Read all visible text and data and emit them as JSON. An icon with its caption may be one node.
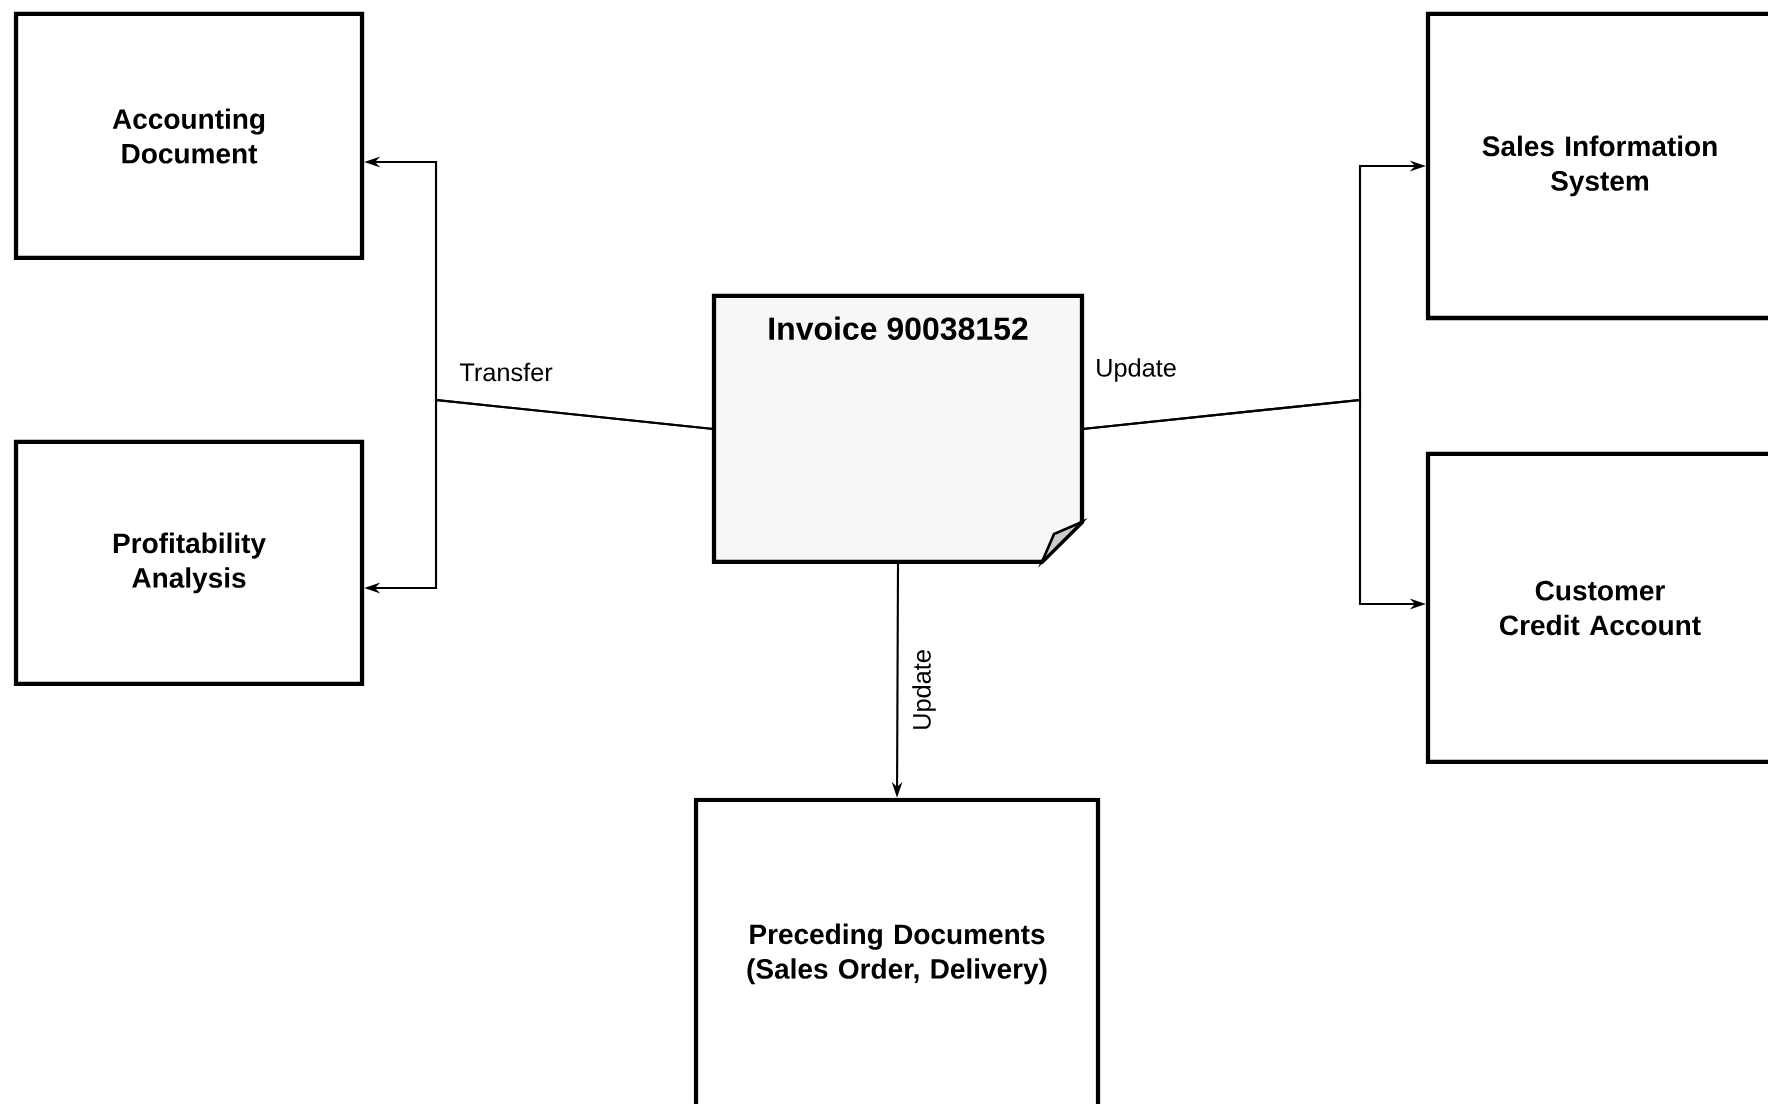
{
  "diagram": {
    "nodes": [
      {
        "text": [
          "Invoice 90038152"
        ]
      },
      {
        "text": [
          "Accounting Document"
        ]
      },
      {
        "text": [
          "Profitability Analysis"
        ]
      },
      {
        "text": [
          "Sales Information System"
        ]
      },
      {
        "text": [
          "Customer Credit Account"
        ]
      },
      {
        "text": [
          "Preceding Documents (Sales Order, Delivery)"
        ]
      }
    ],
    "edges": [
      {
        "from": 0,
        "to": 1,
        "arrow": "to",
        "label": "Transfer"
      },
      {
        "from": 0,
        "to": 2,
        "arrow": "to"
      },
      {
        "from": 0,
        "to": 3,
        "arrow": "to",
        "label": "Update"
      },
      {
        "from": 0,
        "to": 4,
        "arrow": "to"
      },
      {
        "from": 0,
        "to": 5,
        "arrow": "to",
        "label": "Update"
      }
    ]
  }
}
